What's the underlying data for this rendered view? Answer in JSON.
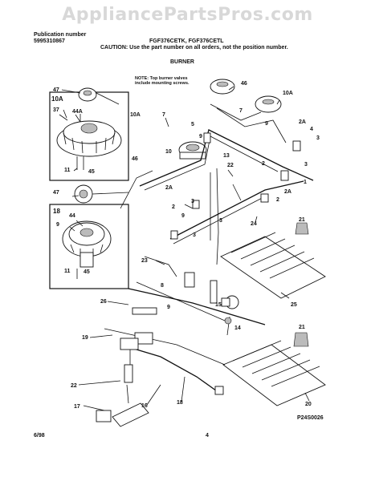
{
  "watermark": "AppliancePartsPros.com",
  "header": {
    "pub_label": "Publication number",
    "pub_number": "5995310867",
    "models": "FGF376CETK, FGF376CETL",
    "caution": "CAUTION:  Use the part number on all orders, not the position number.",
    "section": "BURNER"
  },
  "note": {
    "line1": "NOTE: Top burner valves",
    "line2": "include mounting screws."
  },
  "callouts": [
    "1",
    "2",
    "2A",
    "3",
    "4",
    "5",
    "7",
    "8",
    "9",
    "10",
    "10A",
    "11",
    "13",
    "14",
    "15",
    "16",
    "17",
    "18",
    "19",
    "20",
    "21",
    "22",
    "23",
    "24",
    "25",
    "26",
    "37",
    "44",
    "44A",
    "45",
    "46",
    "47"
  ],
  "footer": {
    "date": "6/98",
    "page": "4",
    "code": "P24S0026"
  }
}
